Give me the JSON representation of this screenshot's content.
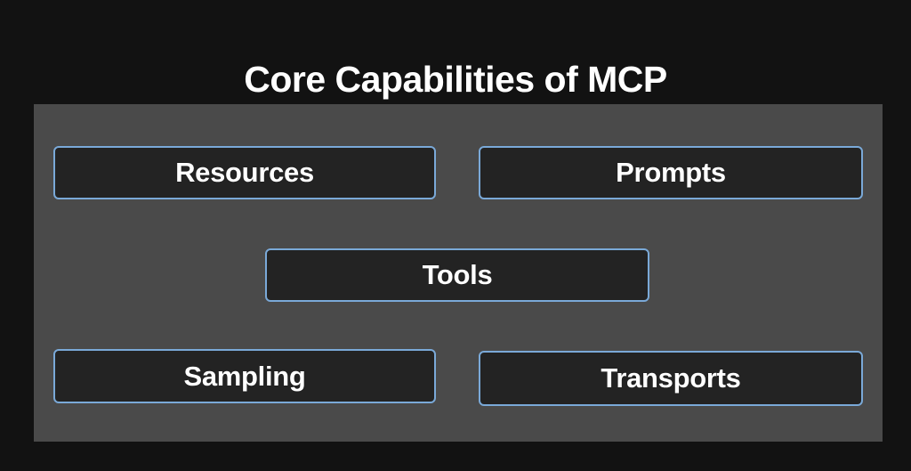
{
  "page": {
    "title": "Core Capabilities of MCP",
    "background_color": "#121212",
    "panel_color": "#4a4a4a",
    "box_fill_color": "#232323",
    "box_border_color": "#7aa9d8",
    "text_color": "#ffffff"
  },
  "diagram": {
    "type": "capability-grid",
    "rows": [
      {
        "row_index": 1,
        "boxes": [
          {
            "label": "Resources"
          },
          {
            "label": "Prompts"
          }
        ]
      },
      {
        "row_index": 2,
        "boxes": [
          {
            "label": "Tools"
          }
        ]
      },
      {
        "row_index": 3,
        "boxes": [
          {
            "label": "Sampling"
          },
          {
            "label": "Transports"
          }
        ]
      }
    ]
  }
}
